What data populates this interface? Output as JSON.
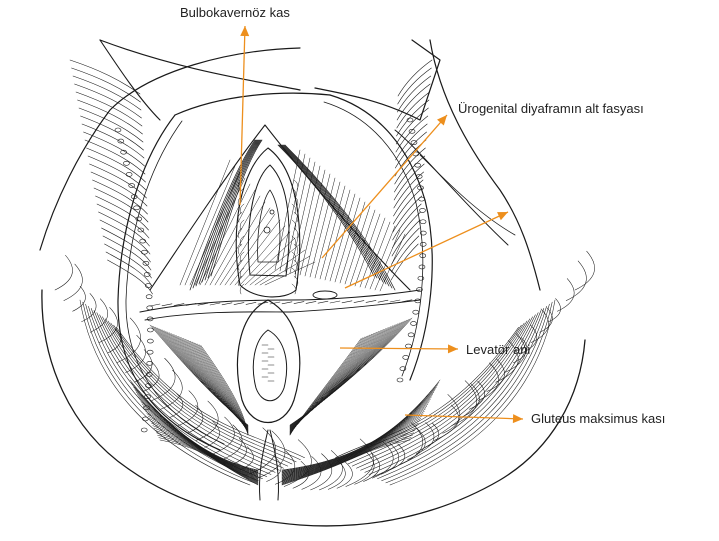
{
  "labels": {
    "bulbocavernosus": "Bulbokavernöz kas",
    "urogenital_fascia": "Ürogenital diyaframın alt fasyası",
    "levator_ani": "Levatör ani",
    "gluteus_maximus": "Gluteus maksimus kası"
  },
  "colors": {
    "leader_arrow": "#ed8f1d",
    "line_art": "#1a1a1a",
    "background": "#ffffff",
    "label_text": "#222222"
  },
  "figure": {
    "style": "black-and-white anatomical line drawing",
    "subject": "female perineum muscles"
  }
}
